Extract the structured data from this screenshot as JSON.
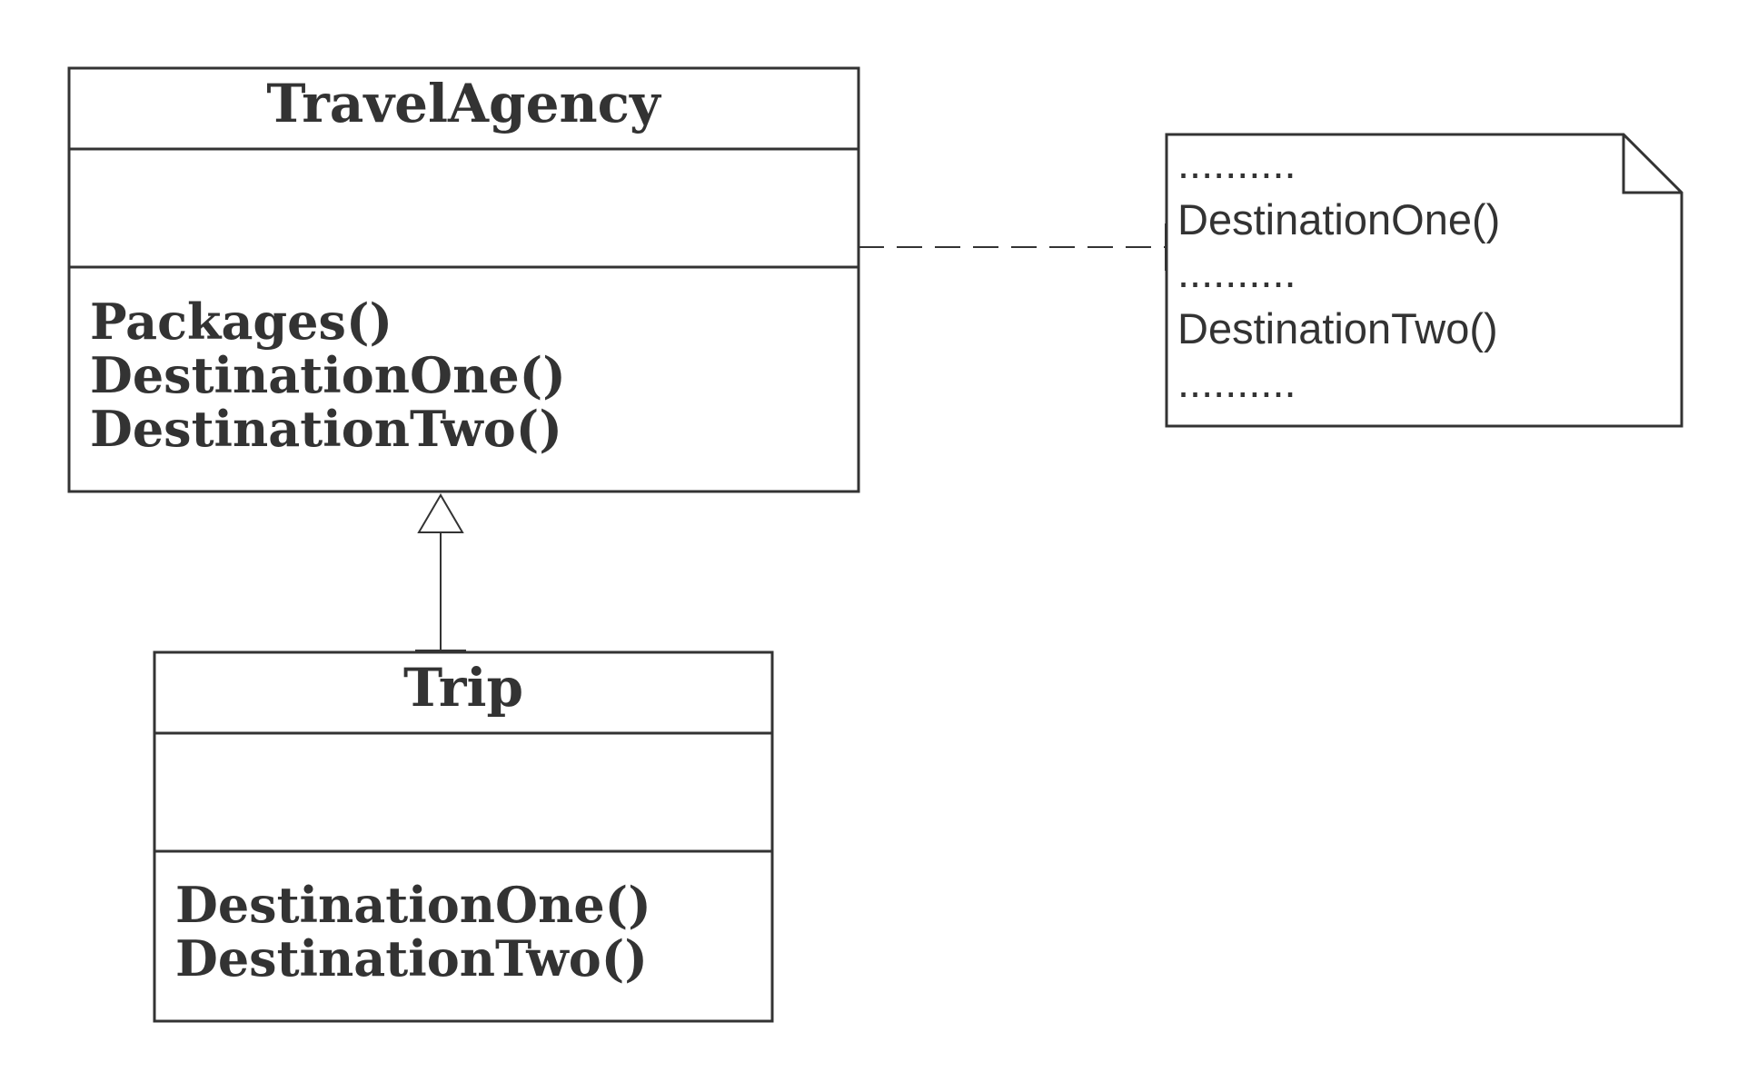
{
  "travel_agency": {
    "name": "TravelAgency",
    "attributes": [],
    "methods": [
      "Packages()",
      "DestinationOne()",
      "DestinationTwo()"
    ]
  },
  "trip": {
    "name": "Trip",
    "attributes": [],
    "methods": [
      "DestinationOne()",
      "DestinationTwo()"
    ]
  },
  "note": {
    "lines": [
      "..........",
      "DestinationOne()",
      "..........",
      "DestinationTwo()",
      ".........."
    ]
  },
  "relationships": [
    {
      "type": "generalization",
      "from": "Trip",
      "to": "TravelAgency"
    },
    {
      "type": "note-attachment",
      "from": "TravelAgency",
      "to": "note"
    }
  ]
}
